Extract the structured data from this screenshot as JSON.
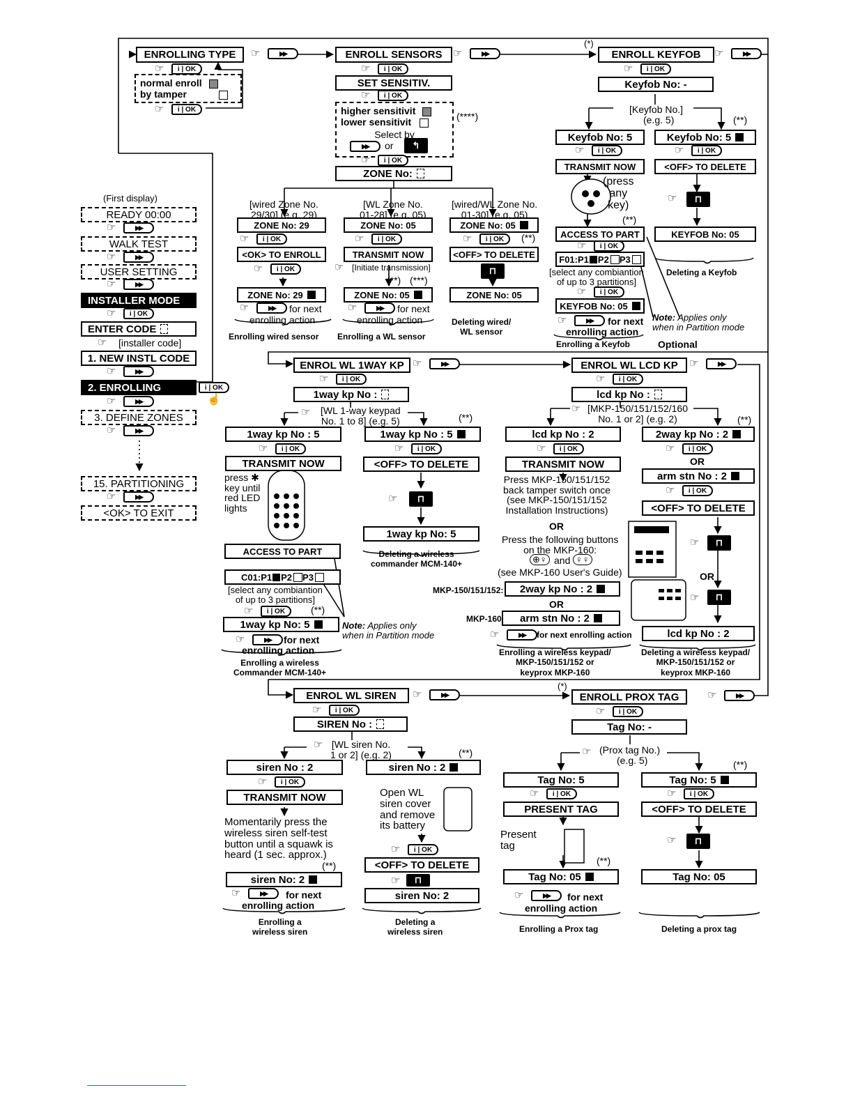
{
  "main": {
    "enrolling_type": "ENROLLING TYPE",
    "normal_enroll": "normal enroll",
    "by_tamper": "by tamper",
    "enroll_sensors": "ENROLL SENSORS",
    "set_sensitiv": "SET SENSITIV.",
    "higher_sensitivit": "higher sensitivit",
    "lower_sensitivit": "lower sensitivit",
    "select_by": "Select by",
    "or_lower": "or",
    "stars4": "(****)",
    "zone_no_blank": "ZONE No:",
    "wired_zone_hdr": "[wired Zone No.\n29/30] (e.g. 29)",
    "wl_zone_hdr": "[WL Zone No.\n01-28] (e.g. 05)",
    "wiredwl_zone_hdr": "[wired/WL Zone No.\n01-30] (e.g. 05)",
    "zone29": "ZONE No: 29",
    "zone05": "ZONE No: 05",
    "ok_to_enroll": "<OK> TO ENROLL",
    "transmit_now": "TRANSMIT NOW",
    "off_to_delete": "<OFF> TO DELETE",
    "initiate_transmission": "[Initiate transmission]",
    "stars2": "(**)",
    "stars3": "(***)",
    "star1": "(*)",
    "zone_29_sp": "ZONE No: 29",
    "for_next": "for next",
    "enrolling_action": "enrolling action",
    "enrolling_wired_sensor": "Enrolling wired sensor",
    "enrolling_wl_sensor": "Enrolling a WL sensor",
    "deleting_wired_wl": "Deleting wired/\nWL sensor",
    "enroll_keyfob": "ENROLL KEYFOB",
    "keyfob_no_dash": "Keyfob No: -",
    "keyfob_no_hdr": "[Keyfob No.]",
    "eg5": "(e.g. 5)",
    "keyfob_no_5": "Keyfob No: 5",
    "press_any_key": "(press\nany\nkey)",
    "access_to_part": "ACCESS TO PART",
    "f01": "F01:P1",
    "p2": "P2",
    "p3": "P3",
    "select_partitions": "[select any combiantion\nof up to 3 partitions]",
    "keyfob_no_05": "KEYFOB No: 05",
    "deleting_keyfob": "Deleting a Keyfob",
    "enrolling_keyfob": "Enrolling a Keyfob",
    "note_label": "Note:",
    "note_text": "Applies only\nwhen in Partition mode",
    "optional": "Optional",
    "first_display": "(First display)",
    "ready": "READY 00:00",
    "walk_test": "WALK TEST",
    "user_setting": "USER SETTING",
    "installer_mode": "INSTALLER MODE",
    "enter_code": "ENTER CODE",
    "installer_code": "[installer code]",
    "new_instl_code": "1. NEW INSTL CODE",
    "enrolling": "2. ENROLLING",
    "define_zones": "3. DEFINE ZONES",
    "partitioning": "15. PARTITIONING",
    "ok_to_exit": "<OK> TO EXIT",
    "enrol_wl_1way_kp": "ENROL WL 1WAY KP",
    "oneway_kp_no": "1way kp No :",
    "wl_1way_hdr": "[WL 1-way keypad\nNo. 1 to 8] (e.g. 5)",
    "oneway_kp_5": "1way kp No :   5",
    "press_star": "press ✱\nkey until\nred LED\nlights",
    "c01": "C01:P1",
    "oneway_kp_no5": "1way kp No: 5",
    "enrolling_mcm": "Enrolling a wireless\nCommander MCM-140+",
    "deleting_mcm": "Deleting a wireless\ncommander MCM-140+",
    "enrol_wl_lcd_kp": "ENROL WL LCD KP",
    "lcd_kp_no": "lcd kp No :",
    "mkp_hdr": "[MKP-150/151/152/160\nNo. 1 or 2] (e.g. 2)",
    "lcd_kp_2": "lcd kp No :   2",
    "twoway_kp_2": "2way kp No : 2",
    "OR": "OR",
    "arm_stn_2": "arm stn No : 2",
    "press_mkp150": "Press MKP-150/151/152\nback tamper switch once\n(see MKP-150/151/152\nInstallation Instructions)",
    "press_mkp160": "Press the following buttons\non the MKP-160:",
    "and": "and",
    "see_mkp160": "(see MKP-160 User's Guide)",
    "mkp150_label": "MKP-150/151/152:",
    "mkp160_label": "MKP-160:",
    "for_next_enrolling_action": "for next enrolling action",
    "lcd_kp_no_2": "lcd kp No : 2",
    "enrolling_wl_keypad": "Enrolling a wireless keypad/\nMKP-150/151/152 or\nkeyprox MKP-160",
    "deleting_wl_keypad": "Deleting a wireless keypad/\nMKP-150/151/152 or\nkeyprox MKP-160",
    "enrol_wl_siren": "ENROL WL SIREN",
    "siren_no": "SIREN No :",
    "wl_siren_hdr": "[WL siren No.\n1 or 2] (e.g. 2)",
    "siren_no_2": "siren No :   2",
    "momentarily": "Momentarily press the\nwireless siren self-test\nbutton until a squawk is\nheard (1 sec. approx.)",
    "open_wl_siren": "Open WL\nsiren cover\nand remove\nits battery",
    "siren_no2": "siren No: 2",
    "enrolling_siren": "Enrolling a\nwireless siren",
    "deleting_siren": "Deleting a\nwireless siren",
    "enroll_prox_tag": "ENROLL PROX TAG",
    "tag_no_dash": "Tag No: -",
    "prox_tag_hdr": "(Prox tag No.)",
    "tag_no_5": "Tag No: 5",
    "present_tag_btn": "PRESENT TAG",
    "present_tag": "Present\ntag",
    "tag_no_05": "Tag No: 05",
    "enrolling_prox": "Enrolling a Prox tag",
    "deleting_prox": "Deleting a prox tag",
    "key_ok": "i | OK",
    "key_next": "▶▶"
  }
}
